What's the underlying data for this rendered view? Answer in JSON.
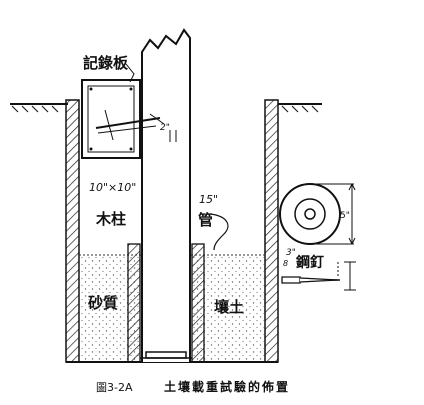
{
  "labels": {
    "record_board": "記錄板",
    "dimension_2in": "2\"",
    "post_size": "10\"×10\"",
    "wooden_post": "木柱",
    "pipe_size": "15\"",
    "pipe": "管",
    "sand": "砂質",
    "loam": "壤土",
    "nail_size": "3\"",
    "nail_fraction": "8",
    "steel_nail": "鋼釘"
  },
  "caption": {
    "figure_number": "圖3-2A",
    "title": "土壤載重試驗的佈置"
  }
}
